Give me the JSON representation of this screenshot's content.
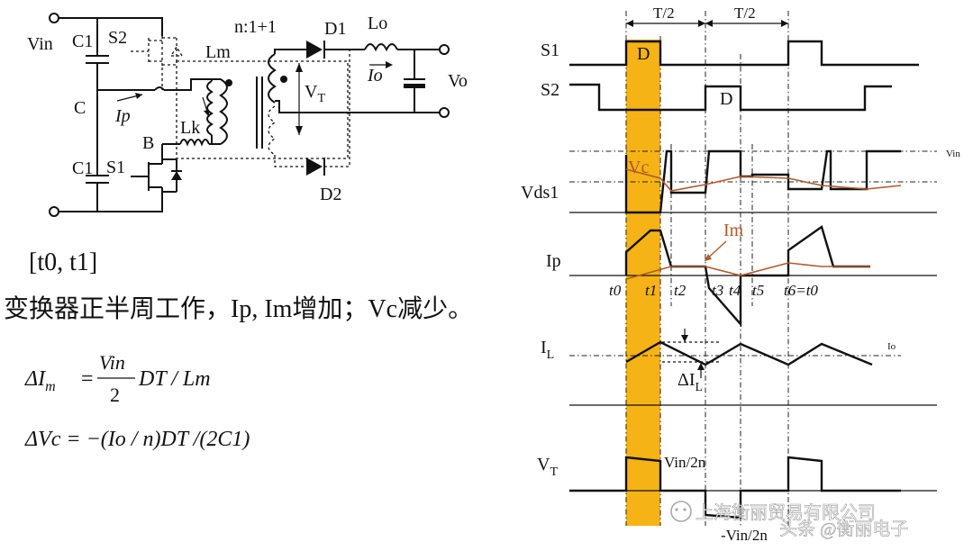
{
  "circuit": {
    "vin": "Vin",
    "c1_top": "C1",
    "c1_bottom": "C1",
    "s2": "S2",
    "s1": "S1",
    "node_c": "C",
    "node_b": "B",
    "ip": "Ip",
    "lm": "Lm",
    "lk": "Lk",
    "ratio": "n:1+1",
    "d1": "D1",
    "d2": "D2",
    "lo": "Lo",
    "io": "Io",
    "vt": "V",
    "vt_sub": "T",
    "vo": "Vo"
  },
  "text": {
    "interval": "[t0, t1]",
    "description": "变换器正半周工作，Ip, Im增加；Vc减少。",
    "eq1_lhs": "ΔI",
    "eq1_sub": "m",
    "eq1_eq": "=",
    "eq1_num": "Vin",
    "eq1_den": "2",
    "eq1_rest": "DT / Lm",
    "eq2": "ΔVc = −(Io / n)DT /(2C1)"
  },
  "waveforms": {
    "half_period_left": "T/2",
    "half_period_right": "T/2",
    "s1": "S1",
    "s2": "S2",
    "d_s1": "D",
    "d_s2": "D",
    "vds1": "Vds1",
    "vc": "Vc",
    "vin_right": "Vin",
    "ip": "Ip",
    "im": "Im",
    "il": "I",
    "il_sub": "L",
    "io_right": "Io",
    "delta_il": "ΔI",
    "delta_il_sub": "L",
    "vt": "V",
    "vt_sub": "T",
    "vin_2n_pos": "Vin/2n",
    "vin_2n_neg": "-Vin/2n",
    "t0": "t0",
    "t1": "t1",
    "t2": "t2",
    "t3": "t3",
    "t4": "t4",
    "t5": "t5",
    "t6": "t6=t0"
  },
  "watermark": {
    "company": "上海衡丽贸易有限公司",
    "source": "头条 @衡丽电子"
  },
  "colors": {
    "highlight": "#f5b316",
    "annotation": "#b05a2a"
  }
}
